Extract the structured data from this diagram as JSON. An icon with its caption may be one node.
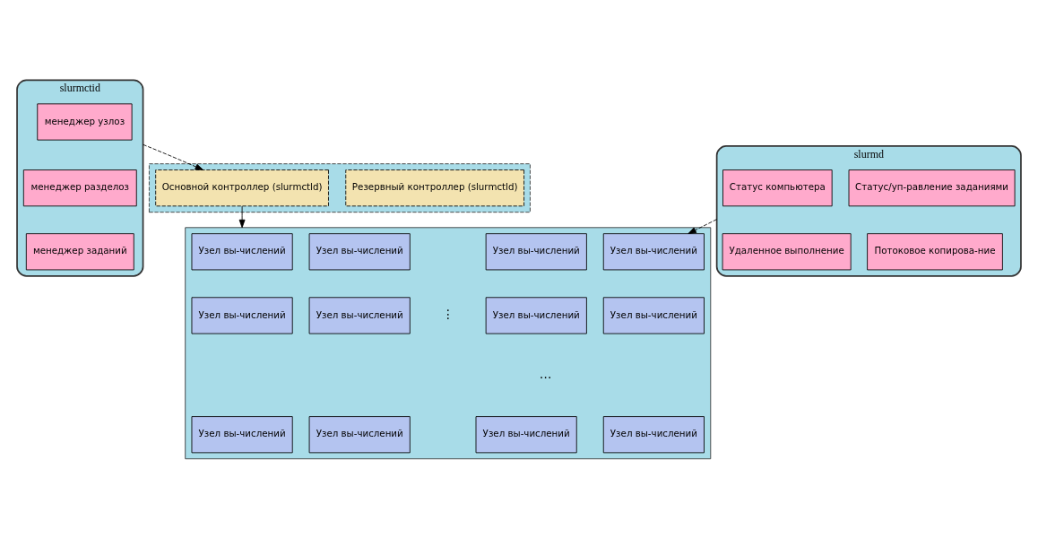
{
  "diagram": {
    "nodes": [
      {
        "text": [
          "slurmctid"
        ]
      },
      {
        "text": [
          "менеджер узлоз"
        ],
        "in": 0
      },
      {
        "text": [
          "менеджер разделоз"
        ],
        "in": 0
      },
      {
        "text": [
          "менеджер заданий"
        ],
        "in": 0
      },
      {
        "text": [],
        "shape": "box"
      },
      {
        "text": [
          "Основной контроллер (slurmctld)"
        ],
        "in": 4
      },
      {
        "text": [
          "Резервный контроллер (slurmctld)"
        ],
        "in": 4
      },
      {
        "text": [
          "slurmd"
        ]
      },
      {
        "text": [
          "Статус компьютера"
        ],
        "in": 7
      },
      {
        "text": [
          "Статус/уп-равление заданиями"
        ],
        "in": 7
      },
      {
        "text": [
          "Удаленное выполнение"
        ],
        "in": 7
      },
      {
        "text": [
          "Потоковое копирова-ние"
        ],
        "in": 7
      },
      {
        "text": [],
        "shape": "box"
      },
      {
        "text": [
          "Узел вы-числений"
        ],
        "in": 12
      },
      {
        "text": [
          "Узел вы-числений"
        ],
        "in": 12
      },
      {
        "text": [
          "Узел вы-числений"
        ],
        "in": 12
      },
      {
        "text": [
          "Узел вы-числений"
        ],
        "in": 12
      },
      {
        "text": [
          "Узел вы-числений"
        ],
        "in": 12
      },
      {
        "text": [
          "Узел вы-числений"
        ],
        "in": 12
      },
      {
        "text": [
          "Узел вы-числений"
        ],
        "in": 12
      },
      {
        "text": [
          "Узел вы-числений"
        ],
        "in": 12
      },
      {
        "text": [
          "Узел вы-числений"
        ],
        "in": 12
      },
      {
        "text": [
          "Узел вы-числений"
        ],
        "in": 12
      },
      {
        "text": [
          "Узел вы-числений"
        ],
        "in": 12
      },
      {
        "text": [
          "Узел вы-числений"
        ],
        "in": 12
      }
    ],
    "edges": [
      {
        "from": 0,
        "to": 5,
        "arrow": "to",
        "style": "dashed"
      },
      {
        "from": 5,
        "to": 12,
        "arrow": "to"
      },
      {
        "from": 7,
        "to": 16,
        "arrow": "to",
        "style": "dashed"
      }
    ],
    "labels": [
      "⋮",
      "…"
    ]
  }
}
